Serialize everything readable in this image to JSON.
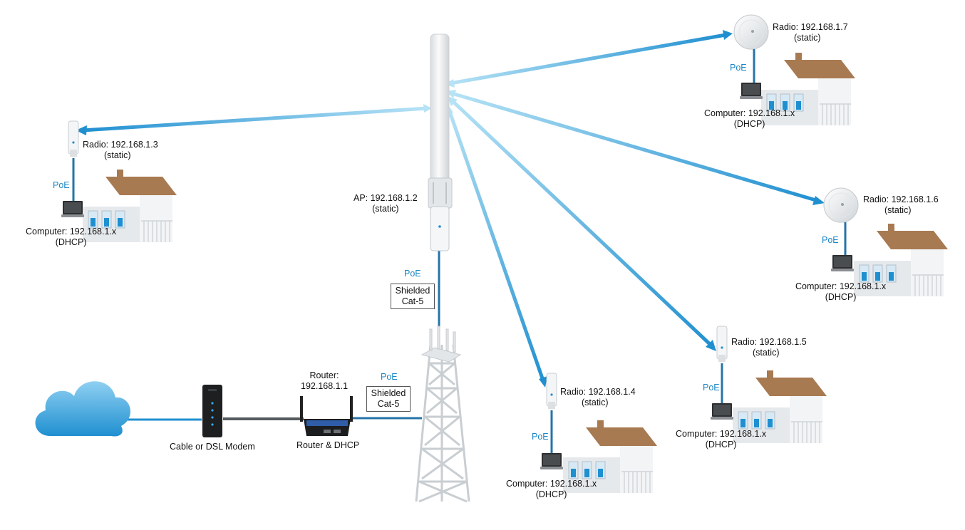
{
  "ap": {
    "label": "AP: 192.168.1.2",
    "mode": "(static)"
  },
  "uplink": {
    "poe": "PoE",
    "cable_line1": "Shielded",
    "cable_line2": "Cat-5"
  },
  "router": {
    "label_line1": "Router:",
    "label_line2": "192.168.1.1",
    "caption": "Router & DHCP",
    "poe": "PoE",
    "cable_line1": "Shielded",
    "cable_line2": "Cat-5"
  },
  "modem": {
    "caption": "Cable or DSL Modem"
  },
  "stations": [
    {
      "radio": "Radio: 192.168.1.3",
      "radio_mode": "(static)",
      "poe": "PoE",
      "computer": "Computer: 192.168.1.x",
      "computer_mode": "(DHCP)"
    },
    {
      "radio": "Radio: 192.168.1.4",
      "radio_mode": "(static)",
      "poe": "PoE",
      "computer": "Computer: 192.168.1.x",
      "computer_mode": "(DHCP)"
    },
    {
      "radio": "Radio: 192.168.1.5",
      "radio_mode": "(static)",
      "poe": "PoE",
      "computer": "Computer: 192.168.1.x",
      "computer_mode": "(DHCP)"
    },
    {
      "radio": "Radio: 192.168.1.6",
      "radio_mode": "(static)",
      "poe": "PoE",
      "computer": "Computer: 192.168.1.x",
      "computer_mode": "(DHCP)"
    },
    {
      "radio": "Radio: 192.168.1.7",
      "radio_mode": "(static)",
      "poe": "PoE",
      "computer": "Computer: 192.168.1.x",
      "computer_mode": "(DHCP)"
    }
  ],
  "colors": {
    "link_strong": "#1f8fd0",
    "link_light": "#a7dcf3",
    "poe_text": "#1a86c4",
    "cloud": "#2c97d6",
    "roof": "#a87a52",
    "house_wall": "#e6e9ec",
    "device_body": "#f4f5f6"
  }
}
